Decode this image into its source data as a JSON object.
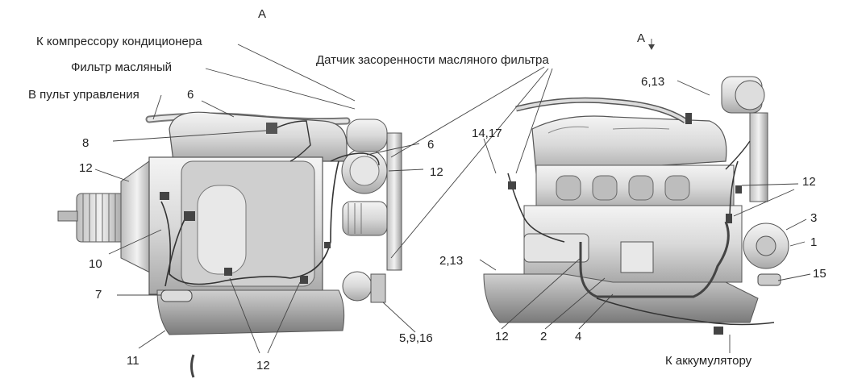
{
  "view_marker": "А",
  "view_arrow_label": "А",
  "labels": {
    "compressor": "К компрессору кондиционера",
    "oil_filter": "Фильтр масляный",
    "control_panel": "В пульт управления",
    "clog_sensor": "Датчик засоренности масляного фильтра",
    "battery": "К аккумулятору"
  },
  "callouts": {
    "c6_left": "6",
    "c8": "8",
    "c12_a": "12",
    "c10": "10",
    "c7": "7",
    "c11": "11",
    "c12_bottom": "12",
    "c5_9_16": "5,9,16",
    "c6_mid": "6",
    "c12_mid": "12",
    "c14_17": "14,17",
    "c2_13": "2,13",
    "c12_lower": "12",
    "c2": "2",
    "c4": "4",
    "c6_13": "6,13",
    "c12_right": "12",
    "c3": "3",
    "c1": "1",
    "c15": "15"
  }
}
